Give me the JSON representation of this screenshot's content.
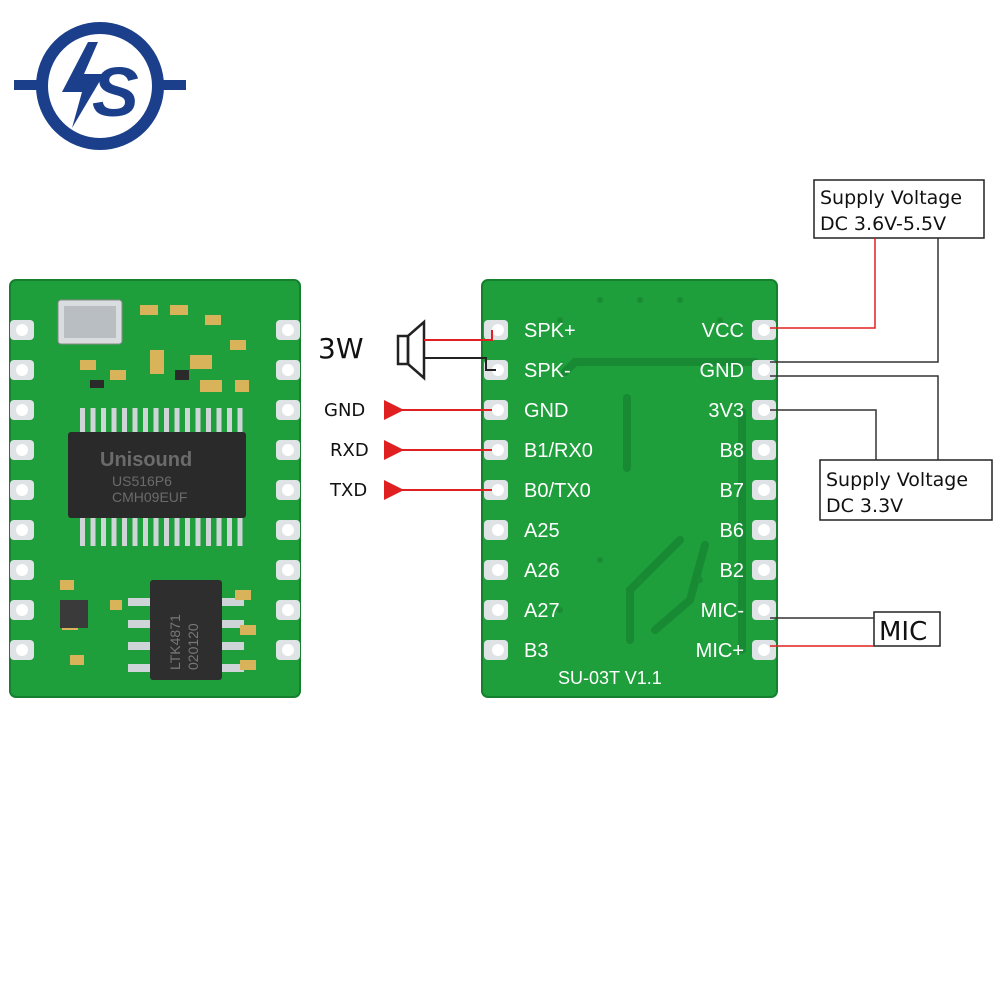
{
  "brand": {
    "logo_text": "S",
    "logo_color": "#1b3f8b",
    "logo_icon": "lightning-bolt-icon"
  },
  "module_front": {
    "chip_brand": "Unisound",
    "chip_model": "US516P6",
    "chip_code": "CMH09EUF",
    "amp_model": "LTK4871",
    "amp_code": "020120",
    "pcb_color": "#1f9e3c"
  },
  "module_back": {
    "model_label": "SU-03T V1.1",
    "left_pins": [
      "SPK+",
      "SPK-",
      "GND",
      "B1/RX0",
      "B0/TX0",
      "A25",
      "A26",
      "A27",
      "B3"
    ],
    "right_pins": [
      "VCC",
      "GND",
      "3V3",
      "B8",
      "B7",
      "B6",
      "B2",
      "MIC-",
      "MIC+"
    ]
  },
  "annotations": {
    "speaker": "3W",
    "gnd": "GND",
    "rxd": "RXD",
    "txd": "TXD",
    "supply_5v_line1": "Supply Voltage",
    "supply_5v_line2": "DC 3.6V-5.5V",
    "supply_3v_line1": "Supply Voltage",
    "supply_3v_line2": "DC 3.3V",
    "mic": "MIC"
  },
  "colors": {
    "arrow_red": "#e02020",
    "wire_dark": "#333333",
    "pcb_green": "#1f9e3c",
    "pad_silver": "#dfe3e6"
  }
}
